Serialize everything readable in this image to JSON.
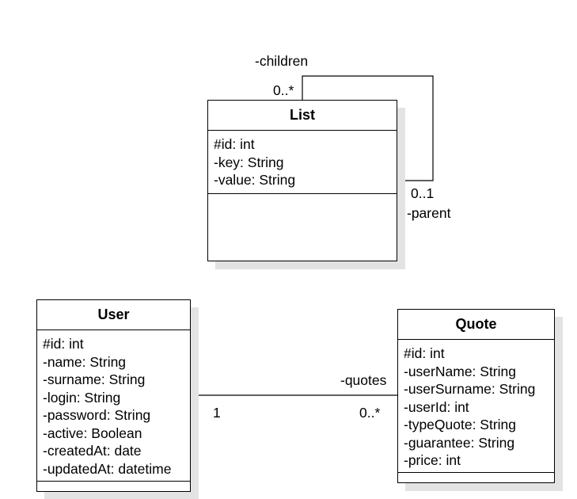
{
  "classes": {
    "list": {
      "name": "List",
      "attributes": [
        "#id: int",
        "-key: String",
        "-value: String"
      ]
    },
    "user": {
      "name": "User",
      "attributes": [
        "#id: int",
        "-name: String",
        "-surname: String",
        "-login: String",
        "-password: String",
        "-active: Boolean",
        "-createdAt: date",
        "-updatedAt: datetime"
      ]
    },
    "quote": {
      "name": "Quote",
      "attributes": [
        "#id: int",
        "-userName: String",
        "-userSurname: String",
        "-userId: int",
        "-typeQuote: String",
        "-guarantee: String",
        "-price: int"
      ]
    }
  },
  "associations": {
    "list_self": {
      "children_role": "-children",
      "children_multiplicity": "0..*",
      "parent_multiplicity": "0..1",
      "parent_role": "-parent"
    },
    "user_quote": {
      "user_multiplicity": "1",
      "quote_role": "-quotes",
      "quote_multiplicity": "0..*"
    }
  }
}
